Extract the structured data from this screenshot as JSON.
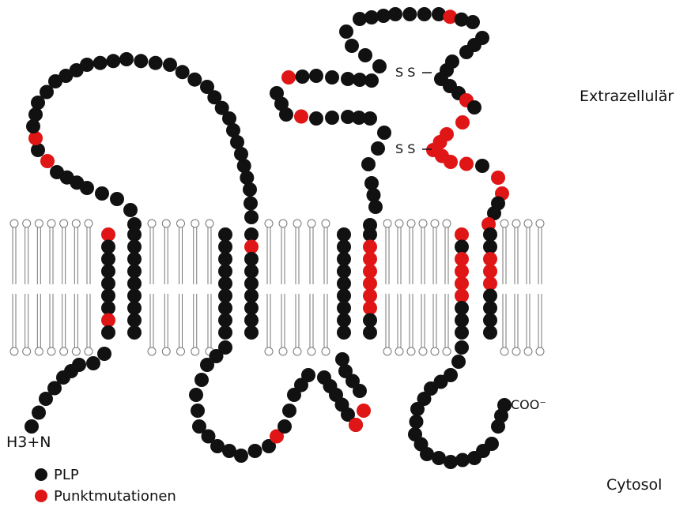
{
  "labels": {
    "extracellular": "Extrazellulär",
    "cytosol": "Cytosol",
    "n_terminus": "H3+N",
    "c_terminus": "COO⁻",
    "disulfide_1": "S S",
    "disulfide_2": "S S"
  },
  "legend": [
    {
      "label": "PLP",
      "color": "#111111"
    },
    {
      "label": "Punktmutationen",
      "color": "#e01515"
    }
  ],
  "colors": {
    "residue": "#111111",
    "mutation": "#e01515",
    "lipid_head": "#ffffff",
    "lipid_outline": "#777777"
  }
}
